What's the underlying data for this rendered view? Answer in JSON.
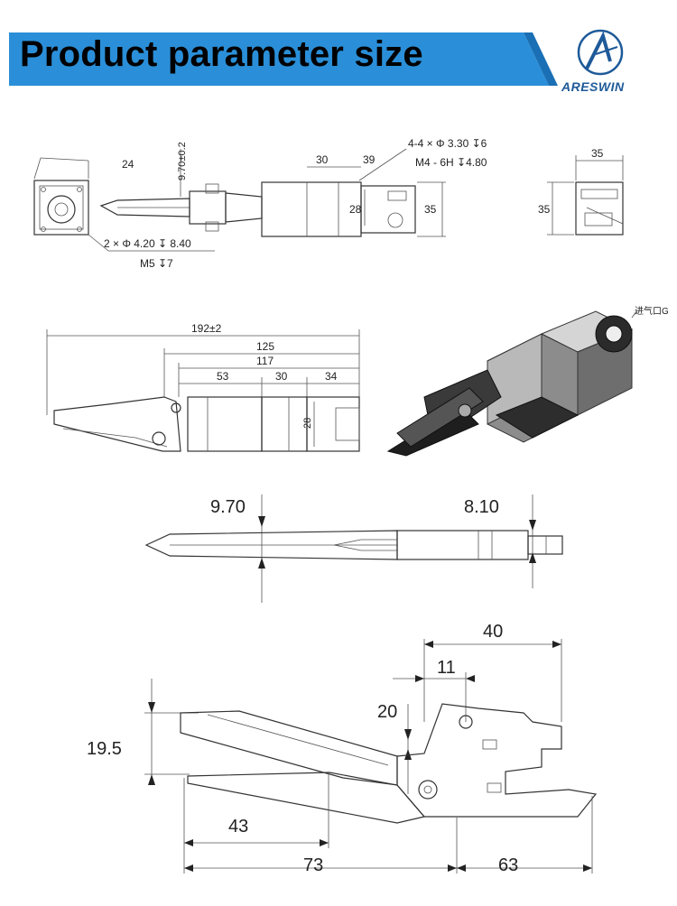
{
  "banner": {
    "title": "Product parameter size",
    "accent_color": "#2a8fd8",
    "logo_text": "ARESWIN",
    "logo_color": "#1e5a99"
  },
  "top_view": {
    "d_24": "24",
    "d_970_tol": "9.70±0.2",
    "d_30": "30",
    "d_39": "39",
    "hole_spec": "4-4 × Φ 3.30 ↧6",
    "thread_spec": "M4 - 6H ↧4.80",
    "d_28": "28",
    "d_35_h": "35",
    "mount_holes": "2 × Φ 4.20  ↧ 8.40",
    "mount_thread": "M5 ↧7",
    "side_w": "35",
    "side_h": "35"
  },
  "side_view": {
    "d_192": "192±2",
    "d_125": "125",
    "d_117": "117",
    "d_53": "53",
    "d_30": "30",
    "d_34": "34",
    "d_28": "28",
    "air_inlet": "进气口G"
  },
  "blade_view": {
    "d_970": "9.70",
    "d_810": "8.10"
  },
  "jaw_view": {
    "d_40": "40",
    "d_11": "11",
    "d_20": "20",
    "d_195": "19.5",
    "d_43": "43",
    "d_73": "73",
    "d_63": "63"
  }
}
